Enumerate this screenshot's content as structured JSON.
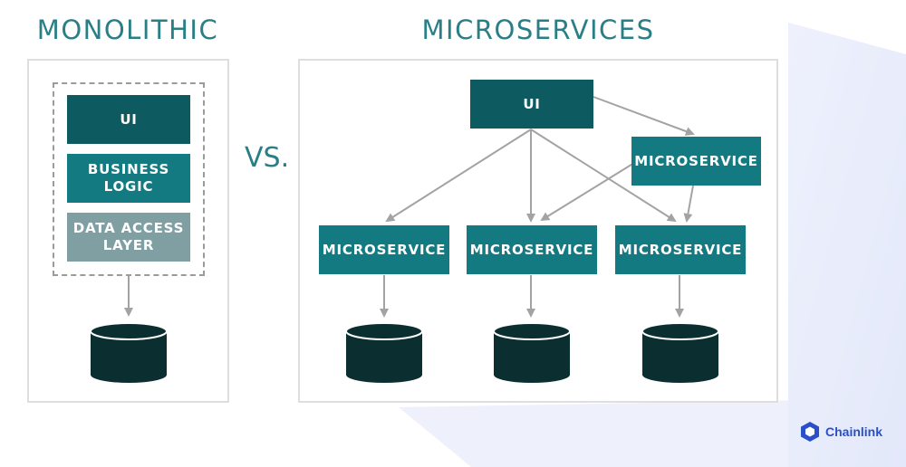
{
  "titles": {
    "monolithic": "MONOLITHIC",
    "microservices": "MICROSERVICES",
    "vs": "VS."
  },
  "monolithic": {
    "layers": [
      {
        "label": "UI"
      },
      {
        "label": "BUSINESS\nLOGIC"
      },
      {
        "label": "DATA ACCESS\nLAYER"
      }
    ],
    "database_icon": "database-icon"
  },
  "microservices": {
    "ui_label": "UI",
    "top_service_label": "MICROSERVICE",
    "services": [
      {
        "label": "MICROSERVICE"
      },
      {
        "label": "MICROSERVICE"
      },
      {
        "label": "MICROSERVICE"
      }
    ],
    "database_icon": "database-icon"
  },
  "brand": {
    "name": "Chainlink",
    "icon": "chainlink-hexagon-icon"
  },
  "colors": {
    "title": "#2a7f87",
    "box_dark": "#0d5a60",
    "box_teal": "#147a81",
    "box_gray": "#7f9fa3",
    "arrow": "#a3a3a3",
    "database": "#0b2e31",
    "brand": "#2a4fc9",
    "panel_border": "#dedede",
    "background_accent": "#e8ecfb"
  }
}
